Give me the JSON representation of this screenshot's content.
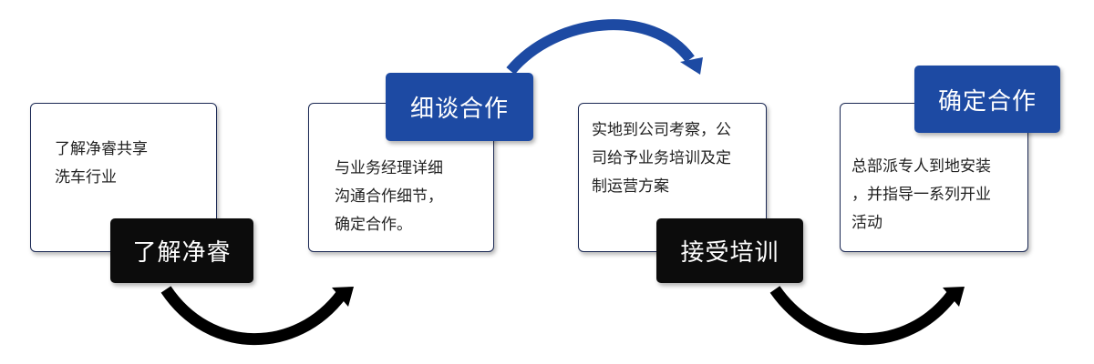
{
  "colors": {
    "accent_blue": "#1d4aa3",
    "label_black": "#0c0c0c",
    "arrow_black": "#000000",
    "arrow_blue": "#1d4aa3",
    "card_border": "#1c2a55"
  },
  "steps": [
    {
      "label": "了解净睿",
      "label_color": "black",
      "description": "了解净睿共享\n洗车行业"
    },
    {
      "label": "细谈合作",
      "label_color": "blue",
      "description": "与业务经理详细\n沟通合作细节，\n确定合作。"
    },
    {
      "label": "接受培训",
      "label_color": "black",
      "description": "实地到公司考察，公\n司给予业务培训及定\n制运营方案"
    },
    {
      "label": "确定合作",
      "label_color": "blue",
      "description": "总部派专人到地安装\n，并指导一系列开业\n活动"
    }
  ]
}
